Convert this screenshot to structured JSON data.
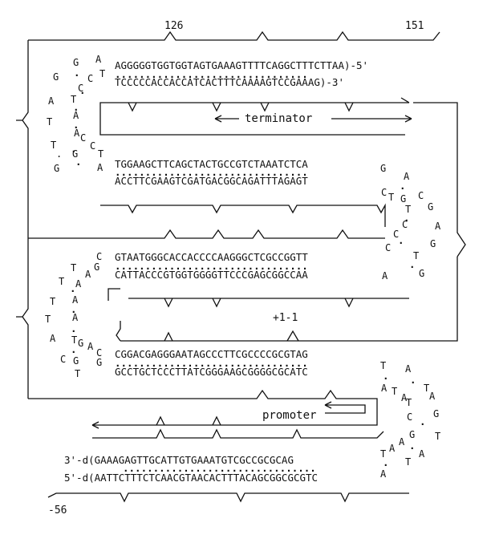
{
  "labels": {
    "pos_126": "126",
    "pos_151": "151",
    "pos_plus1": "+1-1",
    "pos_neg56": "-56",
    "terminator": "terminator",
    "promoter": "promoter"
  },
  "blocks": {
    "b1_top": "AGGGGGTGGTGGTAGTGAAAGTTTTCAGGCTTTCTTAA)-5'",
    "b1_bot": "TCCCCCACCACCATCACTTTCAAAAGTCCGAAAG)-3'",
    "b2_top": "TGGAAGCTTCAGCTACTGCCGTCTAAATCTCA",
    "b2_bot": "ACCTTCGAAGTCGATGACGGCAGATTTAGAGT",
    "b3_top": "GTAATGGGCACCACCCCAAGGGCTCGCCGGTT",
    "b3_bot": "CATTACCCGTGGTGGGGTTCCCGAGCGGCCAA",
    "b4_top": "CGGACGAGGGAATAGCCCTTCGCCCCGCGTAG",
    "b4_bot": "GCCTGCTCCCTTATCGGGAAGCGGGGCGCATC",
    "b5_top": "3'-d(GAAAGAGTTGCATTGTGAAATGTCGCCGCGCAG",
    "b5_bot": "5'-d(AATTCTTTCTCAACGTAACACTTTACAGCGGCGCGTC",
    "pair_dots": "................................",
    "pair_dots_long": "...................................."
  },
  "loops": {
    "left1": [
      "A",
      "G",
      "C",
      "C",
      "T",
      "G",
      "A",
      "T",
      "C",
      "A",
      "T",
      "C",
      "C",
      "G",
      "T",
      "A"
    ],
    "right1": [
      "G",
      "A",
      "C",
      "C",
      "G",
      "A",
      "T",
      "C",
      "C",
      "G",
      "T",
      "G"
    ],
    "left2": [
      "C",
      "G",
      "A",
      "A",
      "T",
      "T",
      "T",
      "A",
      "A",
      "C",
      "G",
      "T",
      "A",
      "C",
      "G",
      "G"
    ],
    "right2": [
      "T",
      "A",
      "T",
      "A",
      "T",
      "A",
      "C",
      "G",
      "A",
      "T",
      "A",
      "T",
      "T",
      "A"
    ]
  }
}
